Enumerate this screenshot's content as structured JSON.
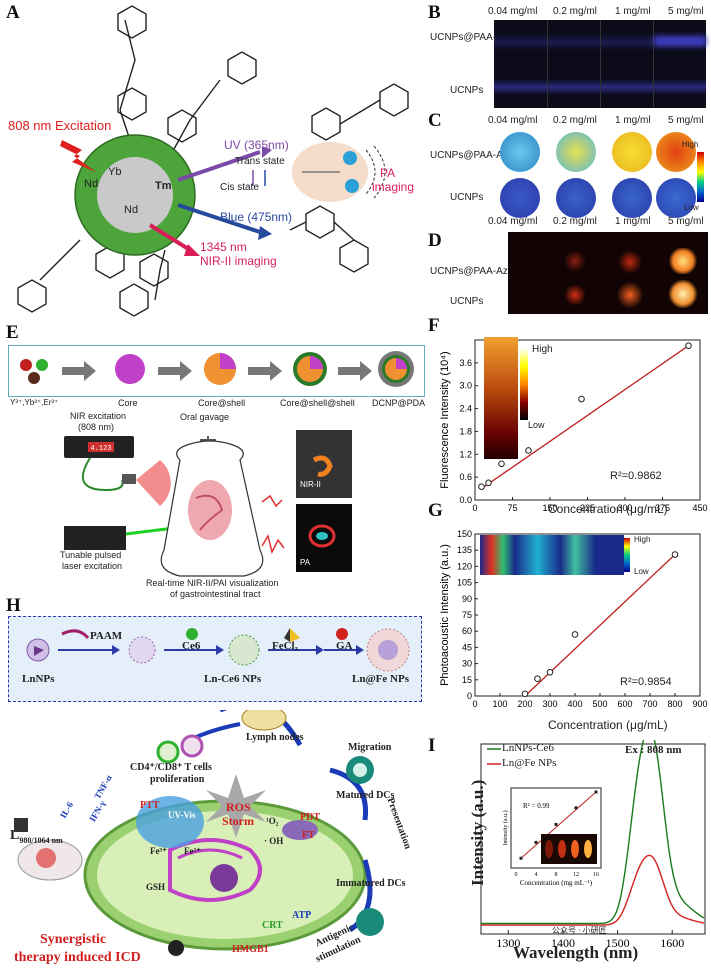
{
  "panels": {
    "A": "A",
    "B": "B",
    "C": "C",
    "D": "D",
    "E": "E",
    "F": "F",
    "G": "G",
    "H": "H",
    "I": "I"
  },
  "panelA": {
    "excitation": "808 nm Excitation",
    "ions": {
      "yb": "Yb",
      "nd1": "Nd",
      "nd2": "Nd",
      "tm": "Tm"
    },
    "uv": "UV (365nm)",
    "trans": "Trans state",
    "cis": "Cis state",
    "blue": "Blue (475nm)",
    "nir1": "1345 nm",
    "nir2": "NIR-II imaging",
    "pa1": "PA",
    "pa2": "imaging"
  },
  "concentrations": [
    "0.04 mg/ml",
    "0.2 mg/ml",
    "1 mg/ml",
    "5 mg/ml"
  ],
  "sampleLabels": {
    "modified": "UCNPs@PAA-Azo",
    "plain": "UCNPs"
  },
  "colorbarC": {
    "high": "High",
    "low": "Low"
  },
  "panelE": {
    "steps": [
      "Core",
      "Core@shell",
      "Core@shell@shell",
      "DCNP@PDA"
    ],
    "ions": "Y³⁺,Yb³⁺,Er³⁺",
    "nirExc1": "NIR excitation",
    "nirExc2": "(808 nm)",
    "gavage": "Oral gavage",
    "laser1": "Tunable pulsed",
    "laser2": "laser excitation",
    "caption1": "Real-time NIR-II/PAI visualization",
    "caption2": "of gastrointestinal tract",
    "nir2tag": "NIR-II",
    "patag": "PA",
    "display": "4.123"
  },
  "chart_data": [
    {
      "type": "scatter",
      "panel": "F",
      "xlabel": "Concentration (μg/mL)",
      "ylabel": "Fluorescence Intensity (10⁴)",
      "xlim": [
        0,
        450
      ],
      "ylim": [
        0,
        4.2
      ],
      "xticks": [
        0,
        75,
        150,
        225,
        300,
        375,
        450
      ],
      "yticks": [
        0.0,
        0.6,
        1.2,
        1.8,
        2.4,
        3.0,
        3.6
      ],
      "x": [
        13,
        27,
        53,
        107,
        213,
        427
      ],
      "y": [
        0.35,
        0.45,
        0.95,
        1.3,
        2.65,
        4.05
      ],
      "fit": {
        "x": [
          13,
          427
        ],
        "y": [
          0.3,
          4.05
        ]
      },
      "r2": "R²=0.9862",
      "inset": {
        "high": "High",
        "low": "Low"
      }
    },
    {
      "type": "scatter",
      "panel": "G",
      "xlabel": "Concentration (μg/mL)",
      "ylabel": "Photoacoustic Intensity (a.u.)",
      "xlim": [
        0,
        900
      ],
      "ylim": [
        0,
        150
      ],
      "xticks": [
        0,
        100,
        200,
        300,
        400,
        500,
        600,
        700,
        800,
        900
      ],
      "yticks": [
        0,
        15,
        30,
        45,
        60,
        75,
        90,
        105,
        120,
        135,
        150
      ],
      "x": [
        200,
        250,
        300,
        400,
        800
      ],
      "y": [
        2,
        16,
        22,
        57,
        131
      ],
      "fit": {
        "x": [
          200,
          800
        ],
        "y": [
          0,
          131
        ]
      },
      "r2": "R²=0.9854",
      "inset": {
        "high": "High",
        "low": "Low"
      }
    },
    {
      "type": "line",
      "panel": "I",
      "xlabel": "Wavelength (nm)",
      "ylabel": "Intensity (a.u.)",
      "xlim": [
        1250,
        1660
      ],
      "xticks": [
        1300,
        1400,
        1500,
        1600
      ],
      "annotation": "Ex : 808 nm",
      "series": [
        {
          "name": "LnNPs-Ce6",
          "color": "#1a7a1a"
        },
        {
          "name": "Ln@Fe NPs",
          "color": "#d62020"
        }
      ],
      "inset": {
        "xlabel": "Concentration (mg mL⁻¹)",
        "ylabel": "Intensity (a.u.)",
        "xticks": [
          0,
          4,
          8,
          12,
          16
        ],
        "x": [
          1,
          4,
          8,
          12,
          16
        ],
        "y": [
          0.08,
          0.3,
          0.55,
          0.78,
          1.0
        ],
        "r2": "R² = 0.99"
      }
    }
  ],
  "panelH": {
    "steps": [
      "LnNPs",
      "Ln-Ce6 NPs",
      "Ln@Fe NPs"
    ],
    "reagents": [
      "PAAM",
      "Ce6",
      "FeCl₃",
      "GA"
    ],
    "laser": "L",
    "laserSub": "980/1064 nm",
    "cytokines": [
      "IL-6",
      "TNF-α",
      "IFN-γ"
    ],
    "tcells1": "CD4⁺/CD8⁺ T cells",
    "tcells2": "proliferation",
    "lymph": "Lymph nodes",
    "migration": "Migration",
    "matured": "Matured DCs",
    "presentation": "Presentation",
    "immatured": "Immatured DCs",
    "antigenic1": "Antigenic",
    "antigenic2": "stimulation",
    "ros1": "ROS",
    "ros2": "Storm",
    "ptt": "PTT",
    "pdt": "PDT",
    "ft": "FT",
    "uv": "UV-Vis",
    "gsh": "GSH",
    "fe3": "Fe³⁺",
    "fe2": "Fe²⁺",
    "o2": "¹O₂",
    "oh": "· OH",
    "crt": "CRT",
    "atp": "ATP",
    "hmgb1": "HMGB1",
    "synergy1": "Synergistic",
    "synergy2": "therapy induced ICD"
  },
  "watermark": "公众号 · 小研匠"
}
